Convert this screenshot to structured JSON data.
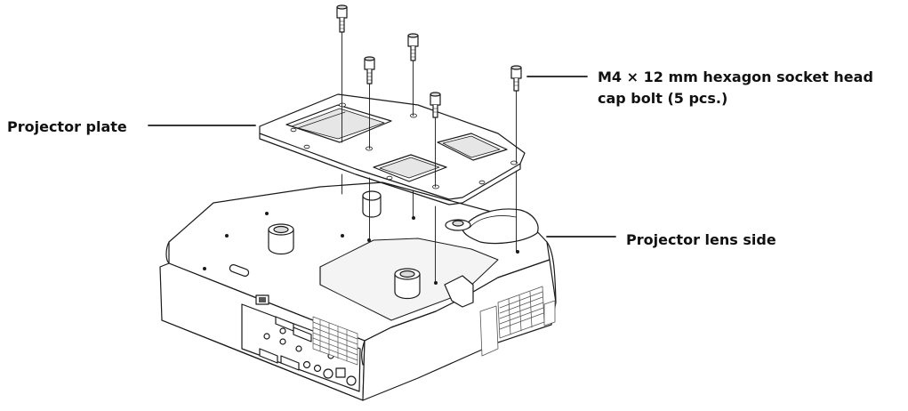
{
  "labels": {
    "projector_plate": "Projector plate",
    "bolt_line1": "M4 × 12 mm hexagon socket head",
    "bolt_line2": "cap bolt (5 pcs.)",
    "lens_side": "Projector lens side"
  },
  "colors": {
    "line": "#1a1a1a",
    "body_fill": "#ffffff",
    "shade": "#dcdcdc",
    "grille": "#555555"
  }
}
